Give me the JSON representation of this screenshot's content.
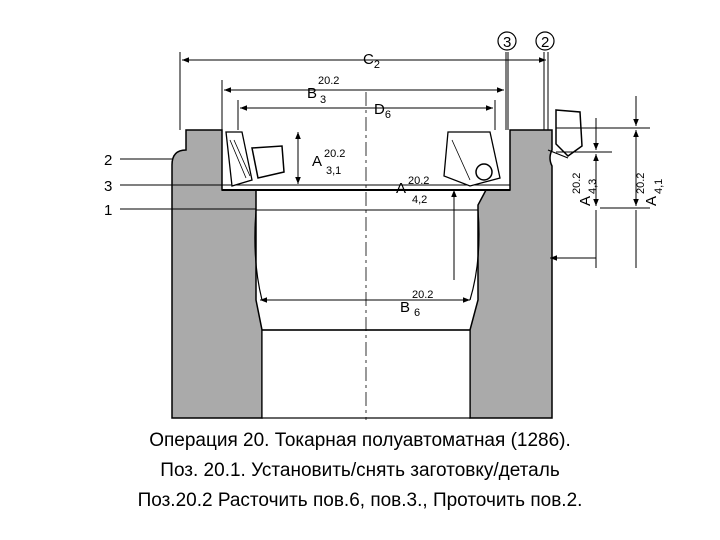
{
  "drawing": {
    "dimensions": {
      "c2": "C",
      "c2_sub": "2",
      "b3": "B",
      "b3_sup": "20.2",
      "b3_sub": "3",
      "d6": "D",
      "d6_sub": "6",
      "a31": "A",
      "a31_sup": "20.2",
      "a31_sub": "3,1",
      "a42": "A",
      "a42_sup": "20.2",
      "a42_sub": "4,2",
      "b6": "B",
      "b6_sup": "20.2",
      "b6_sub": "6",
      "a43": "A",
      "a43_sup": "20.2",
      "a43_sub": "4,3",
      "a41": "A",
      "a41_sup": "20.2",
      "a41_sub": "4,1"
    },
    "position_labels": [
      "2",
      "3",
      "1"
    ],
    "surface_markers": [
      "3",
      "2"
    ]
  },
  "caption": {
    "line1": "Операция 20. Токарная полуавтоматная (1286).",
    "line2": "Поз. 20.1.  Установить/снять заготовку/деталь",
    "line3": "Поз.20.2 Расточить пов.6, пов.3., Проточить пов.2."
  },
  "colors": {
    "part_fill": "#aaaaaa",
    "bore_fill": "#ffffff",
    "line": "#000000"
  }
}
